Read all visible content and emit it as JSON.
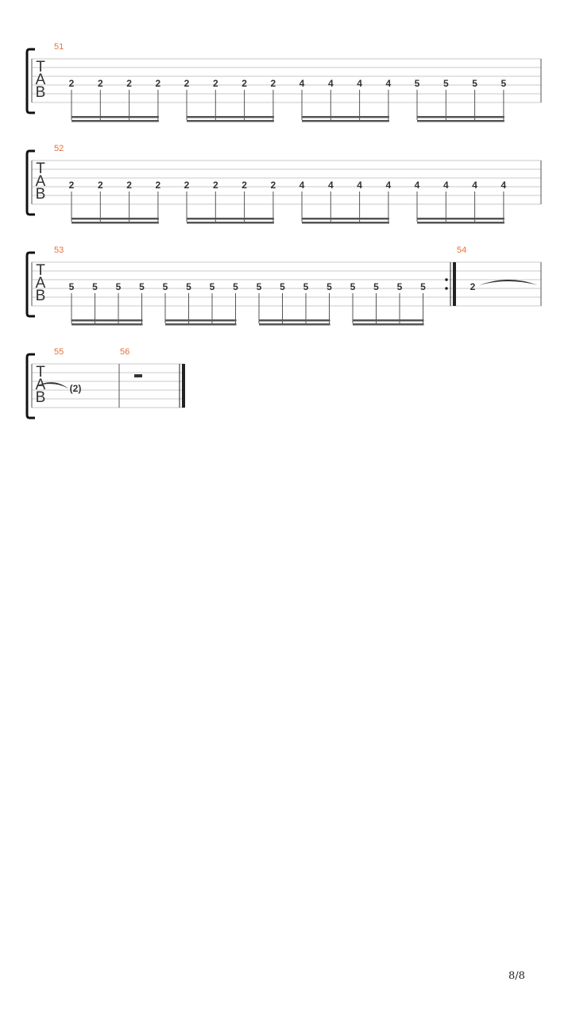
{
  "clef": [
    "T",
    "A",
    "B"
  ],
  "measures": [
    {
      "number": "51",
      "frets": [
        "2",
        "2",
        "2",
        "2",
        "2",
        "2",
        "2",
        "2",
        "4",
        "4",
        "4",
        "4",
        "5",
        "5",
        "5",
        "5"
      ]
    },
    {
      "number": "52",
      "frets": [
        "2",
        "2",
        "2",
        "2",
        "2",
        "2",
        "2",
        "2",
        "4",
        "4",
        "4",
        "4",
        "4",
        "4",
        "4",
        "4"
      ]
    },
    {
      "number": "53",
      "frets": [
        "5",
        "5",
        "5",
        "5",
        "5",
        "5",
        "5",
        "5",
        "5",
        "5",
        "5",
        "5",
        "5",
        "5",
        "5",
        "5"
      ],
      "ends_with_repeat": true
    },
    {
      "number": "54",
      "frets": [
        "2"
      ],
      "tie_start": true
    },
    {
      "number": "55",
      "frets": [
        "(2)"
      ],
      "tie_end": true
    },
    {
      "number": "56",
      "rest": "whole",
      "final_barline": true
    }
  ],
  "page_number": "8/8",
  "colors": {
    "measure_number": "#e8703a",
    "text": "#333333",
    "staff_line": "#c8c8c8"
  }
}
